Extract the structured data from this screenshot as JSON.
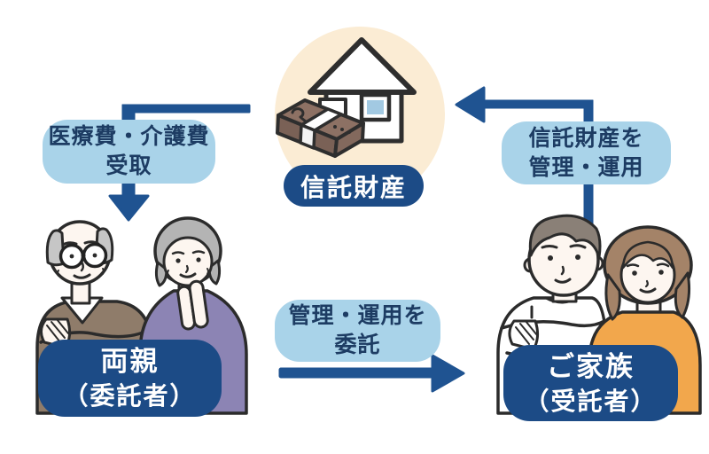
{
  "diagram": {
    "nodes": {
      "trust_asset": {
        "label": "信託財産"
      },
      "parents": {
        "line1": "両親",
        "line2": "（委託者）"
      },
      "family": {
        "line1": "ご家族",
        "line2": "（受託者）"
      }
    },
    "flows": {
      "receive": {
        "line1": "医療費・介護費",
        "line2": "受取",
        "direction": "down",
        "from": "信託財産",
        "to": "両親"
      },
      "entrust": {
        "line1": "管理・運用を",
        "line2": "委託",
        "direction": "right",
        "from": "両親",
        "to": "ご家族"
      },
      "manage": {
        "line1": "信託財産を",
        "line2": "管理・運用",
        "direction": "left",
        "from": "ご家族",
        "to": "信託財産"
      }
    },
    "icons": {
      "house": "house-icon",
      "money": "money-bundle-icon",
      "elderly_couple": "elderly-couple-illustration",
      "young_couple": "young-couple-illustration",
      "arrow_down": "arrow-down-icon",
      "arrow_left": "arrow-left-icon",
      "arrow_right": "arrow-right-icon"
    },
    "colors": {
      "arrow_blue": "#1f5391",
      "navy_pill": "#1c4b86",
      "light_blue_pill": "#a9d3e9",
      "light_pill_text": "#1d3c63",
      "circle_background": "#fbecd4",
      "window_blue": "#a2c9e2",
      "money_brown": "#8d7164",
      "sweater_brown": "#8f7c6a",
      "top_purple": "#8c84b4",
      "top_orange": "#f2a74c"
    }
  }
}
